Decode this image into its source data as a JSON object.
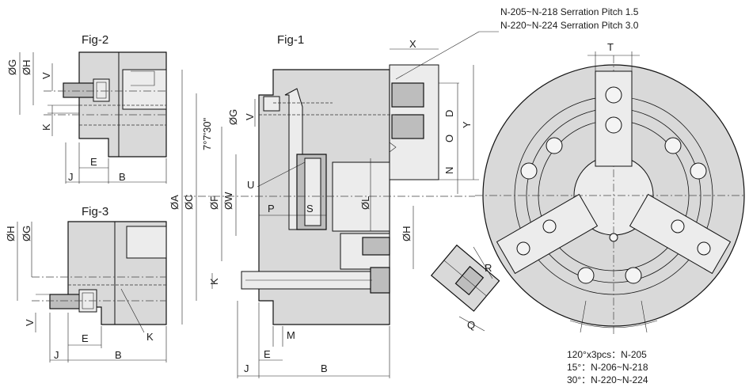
{
  "figures": {
    "fig1": "Fig-1",
    "fig2": "Fig-2",
    "fig3": "Fig-3"
  },
  "notes": {
    "serration_1": "N-205~N-218 Serration Pitch 1.5",
    "serration_2": "N-220~N-224 Serration Pitch 3.0",
    "angle_1": "120°x3pcs：N-205",
    "angle_2": "15°：N-206~N-218",
    "angle_3": "30°：N-220~N-224"
  },
  "dims": {
    "phiG": "ØG",
    "phiH": "ØH",
    "phiA": "ØA",
    "phiC": "ØC",
    "phiF": "ØF",
    "phiW": "ØW",
    "phiL": "ØL",
    "angle": "7°7'30\"",
    "V": "V",
    "K": "K",
    "J": "J",
    "E": "E",
    "B": "B",
    "M": "M",
    "P": "P",
    "S": "S",
    "U": "U",
    "X": "X",
    "D": "D",
    "O": "O",
    "N": "N",
    "Y": "Y",
    "T": "T",
    "R": "R",
    "Q": "Q"
  },
  "colors": {
    "body": "#d9d9d9",
    "line": "#111111"
  }
}
